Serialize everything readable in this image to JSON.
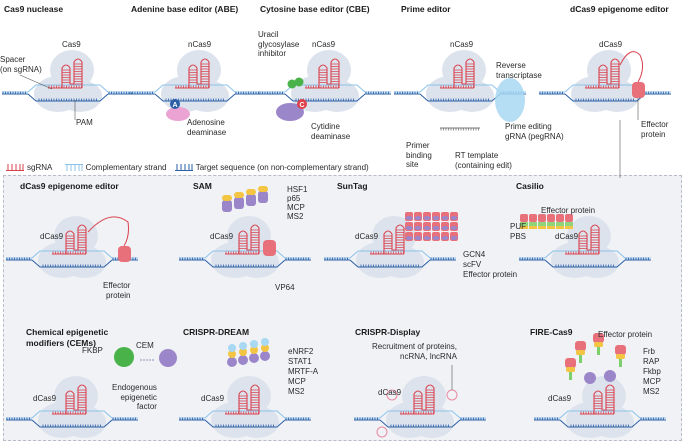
{
  "top_row": {
    "panels": [
      {
        "title": "Cas9 nuclease",
        "protein": "Cas9",
        "labels": [
          "Spacer\n(on sgRNA)",
          "PAM"
        ]
      },
      {
        "title": "Adenine base editor (ABE)",
        "protein": "nCas9",
        "labels": [
          "Adenosine\ndeaminase"
        ],
        "base_badge": "A"
      },
      {
        "title": "Cytosine base editor (CBE)",
        "protein": "nCas9",
        "labels": [
          "Uracil\nglycosylase\ninhibitor",
          "Cytidine\ndeaminase"
        ],
        "base_badge": "C"
      },
      {
        "title": "Prime editor",
        "protein": "nCas9",
        "labels": [
          "Reverse\ntranscriptase",
          "Prime editing\ngRNA (pegRNA)",
          "Primer\nbinding\nsite",
          "RT template\n(containing edit)"
        ]
      },
      {
        "title": "dCas9 epigenome editor",
        "protein": "dCas9",
        "labels": [
          "Effector\nprotein"
        ]
      }
    ]
  },
  "legend": [
    {
      "label": "sgRNA",
      "color": "#d9434f"
    },
    {
      "label": "Complementary strand",
      "color": "#8cc3ea"
    },
    {
      "label": "Target sequence (on non-complementary strand)",
      "color": "#2a5fa8"
    }
  ],
  "bottom_grid": {
    "panels": [
      {
        "title": "dCas9 epigenome editor",
        "protein": "dCas9",
        "labels": [
          "Effector\nprotein"
        ]
      },
      {
        "title": "SAM",
        "protein": "dCas9",
        "labels": [
          "HSF1",
          "p65",
          "MCP",
          "MS2",
          "VP64"
        ]
      },
      {
        "title": "SunTag",
        "protein": "dCas9",
        "labels": [
          "GCN4",
          "scFV",
          "Effector protein"
        ]
      },
      {
        "title": "Casilio",
        "protein": "dCas9",
        "labels": [
          "Effector protein",
          "PUF",
          "PBS"
        ]
      },
      {
        "title": "Chemical epigenetic\nmodifiers (CEMs)",
        "protein": "dCas9",
        "labels": [
          "FKBP",
          "CEM",
          "Endogenous\nepigenetic\nfactor"
        ]
      },
      {
        "title": "CRISPR-DREAM",
        "protein": "dCas9",
        "labels": [
          "eNRF2",
          "STAT1",
          "MRTF-A",
          "MCP",
          "MS2"
        ]
      },
      {
        "title": "CRISPR-Display",
        "protein": "dCas9",
        "labels": [
          "Recruitment of proteins,\nncRNA, lncRNA"
        ]
      },
      {
        "title": "FIRE-Cas9",
        "protein": "dCas9",
        "labels": [
          "Effector protein",
          "Frb",
          "RAP",
          "Fkbp",
          "MCP",
          "MS2"
        ]
      }
    ]
  },
  "colors": {
    "protein_body": "#dde3ec",
    "dna_light": "#8cc3ea",
    "dna_dark": "#2a5fa8",
    "sgrna": "#d9434f",
    "effector": "#e8707a",
    "deaminase_pink": "#eaa3d2",
    "purple": "#9b86c9",
    "green": "#49b34a",
    "yellow": "#f4c542",
    "rt_blue": "#a8d8f2",
    "panel_bg": "#f1f2f6"
  }
}
